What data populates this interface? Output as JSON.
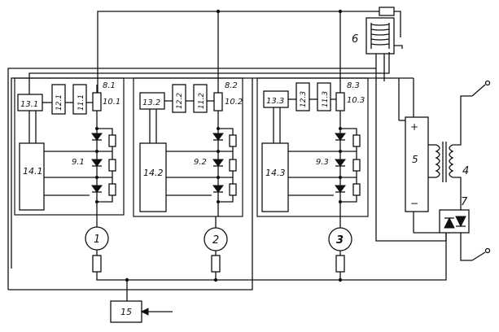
{
  "channels": [
    {
      "relay": "8.1",
      "res10": "10.1",
      "blk11": "11.1",
      "blk12": "12.1",
      "blk13": "13.1",
      "blk14": "14.1",
      "diodes": "9.1",
      "motor": "1"
    },
    {
      "relay": "8.2",
      "res10": "10.2",
      "blk11": "11.2",
      "blk12": "12.2",
      "blk13": "13.2",
      "blk14": "14.2",
      "diodes": "9.2",
      "motor": "2"
    },
    {
      "relay": "8.3",
      "res10": "10.3",
      "blk11": "11.3",
      "blk12": "12.3",
      "blk13": "13.3",
      "blk14": "14.3",
      "diodes": "9.3",
      "motor": "3"
    }
  ],
  "power": {
    "unit": "5",
    "plus": "+",
    "minus": "−",
    "transformer": "4",
    "triac": "7",
    "coil": "6"
  },
  "controller": {
    "label": "15"
  }
}
